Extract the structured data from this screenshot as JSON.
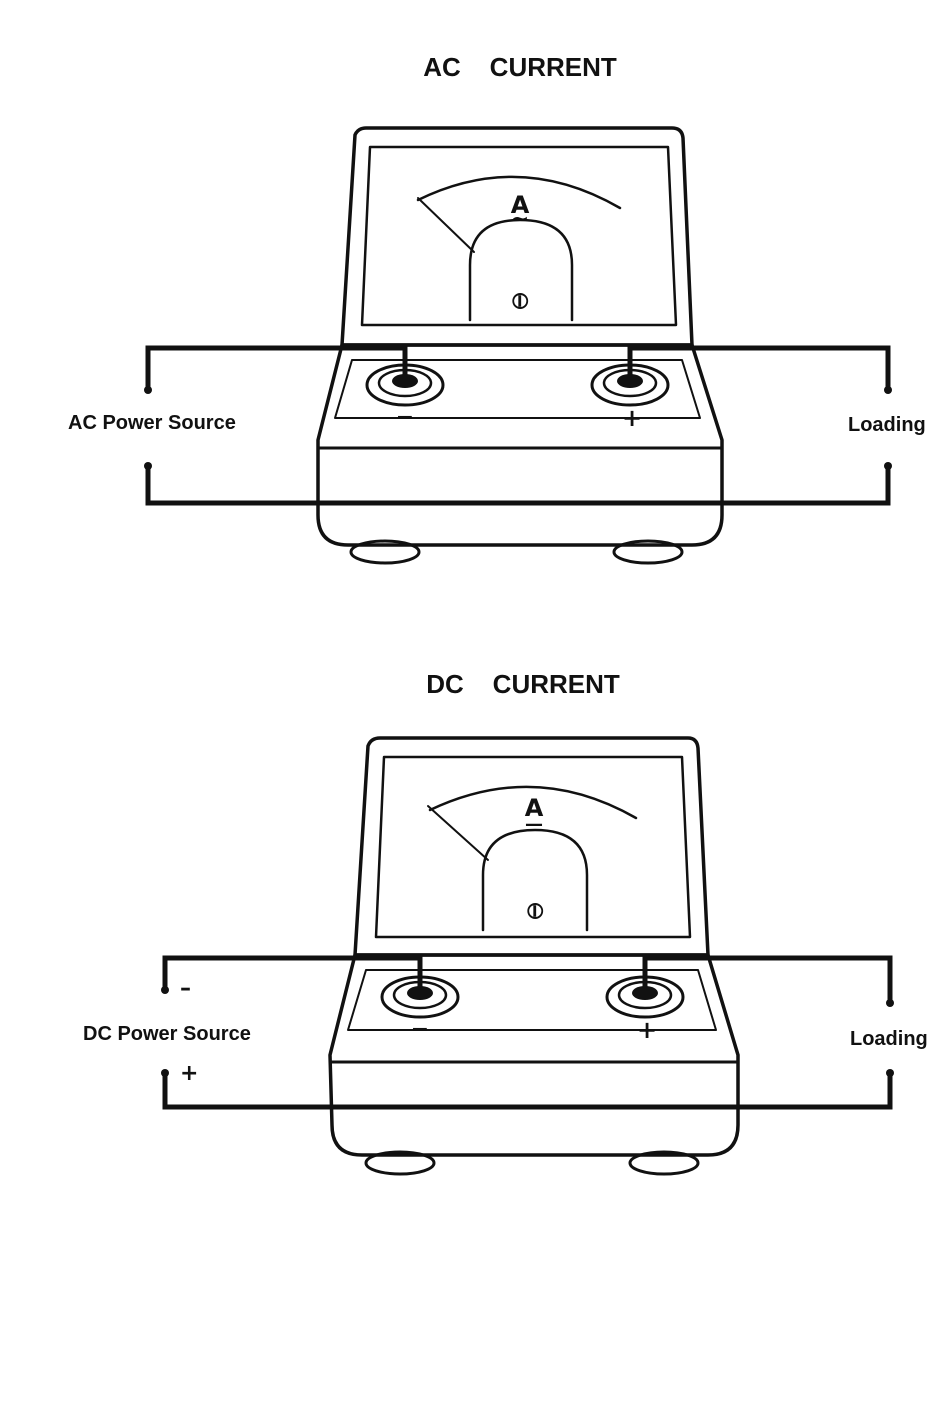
{
  "ac": {
    "title": "AC    CURRENT",
    "source_label": "AC Power Source",
    "load_label": "Loading",
    "unit_symbol": "A",
    "current_mark": "~",
    "terminal_minus": "−",
    "terminal_plus": "+",
    "adjust_mark": "⦶"
  },
  "dc": {
    "title": "DC    CURRENT",
    "source_label": "DC Power Source",
    "load_label": "Loading",
    "unit_symbol": "A",
    "current_mark": "—",
    "terminal_minus": "−",
    "terminal_plus": "+",
    "source_minus": "–",
    "source_plus": "+",
    "adjust_mark": "⦶"
  }
}
